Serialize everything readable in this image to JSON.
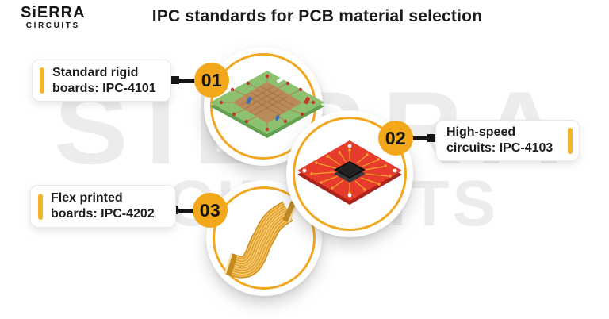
{
  "logo": {
    "line1": "SiERRA",
    "line2": "CIRCUITS"
  },
  "title": "IPC standards for PCB material selection",
  "watermark": {
    "line1": "SIERRA",
    "line2": "CIRCUITS"
  },
  "items": [
    {
      "number": "01",
      "label_line1": "Standard rigid",
      "label_line2": "boards: IPC-4101",
      "board": "standard-rigid-green-pcb"
    },
    {
      "number": "02",
      "label_line1": "High-speed",
      "label_line2": "circuits: IPC-4103",
      "board": "high-speed-red-pcb"
    },
    {
      "number": "03",
      "label_line1": "Flex printed",
      "label_line2": "boards: IPC-4202",
      "board": "flex-ribbon-pcb"
    }
  ],
  "colors": {
    "accent_yellow": "#F3A71B",
    "ring_yellow": "#F1A71F",
    "bar_yellow": "#F6B42C",
    "ink": "#1B1B1B",
    "watermark": "#ECECEC",
    "connector_black": "#151515",
    "green_board": "#8CC170",
    "copper_trace": "#B5825A",
    "red_board": "#E73B2C",
    "gold_trace": "#F4A728",
    "flex_gold": "#F3BC55"
  }
}
